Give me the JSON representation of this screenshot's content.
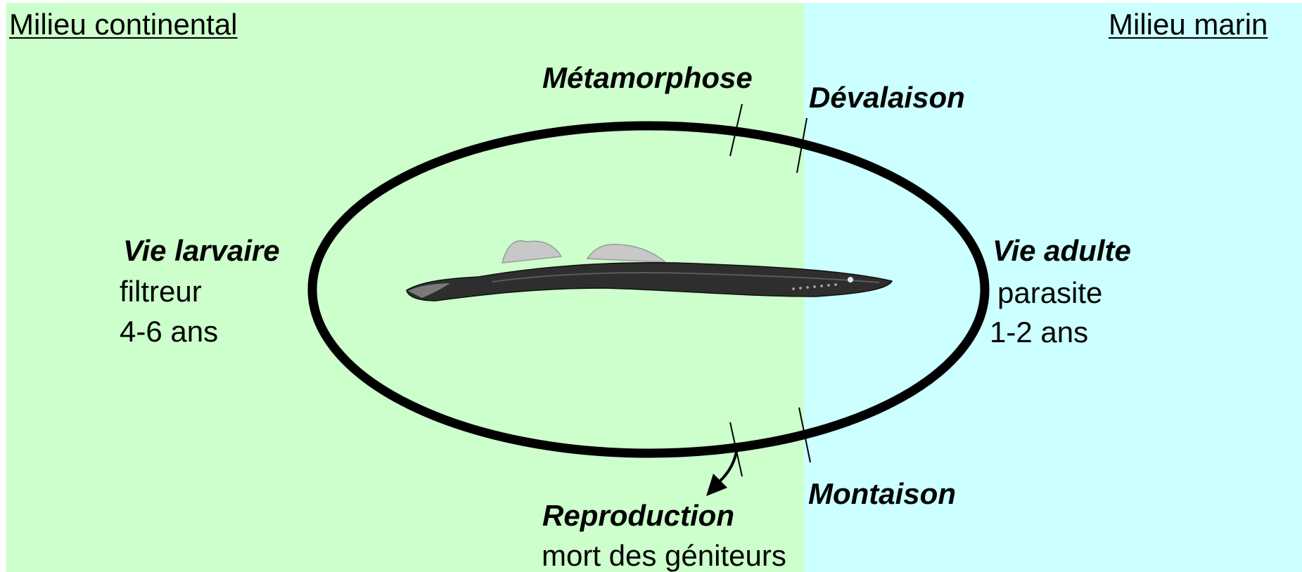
{
  "zones": {
    "continental": {
      "label": "Milieu continental",
      "color": "#ccffcc"
    },
    "marin": {
      "label": "Milieu marin",
      "color": "#ccffff"
    }
  },
  "stages": {
    "metamorphose": "Métamorphose",
    "devalaison": "Dévalaison",
    "montaison": "Montaison",
    "reproduction": {
      "title": "Reproduction",
      "detail": "mort des géniteurs"
    },
    "vie_larvaire": {
      "title": "Vie larvaire",
      "mode": "filtreur",
      "duration": "4-6 ans"
    },
    "vie_adulte": {
      "title": "Vie adulte",
      "mode": "parasite",
      "duration": "1-2 ans"
    }
  },
  "cycle_color": "#000000"
}
